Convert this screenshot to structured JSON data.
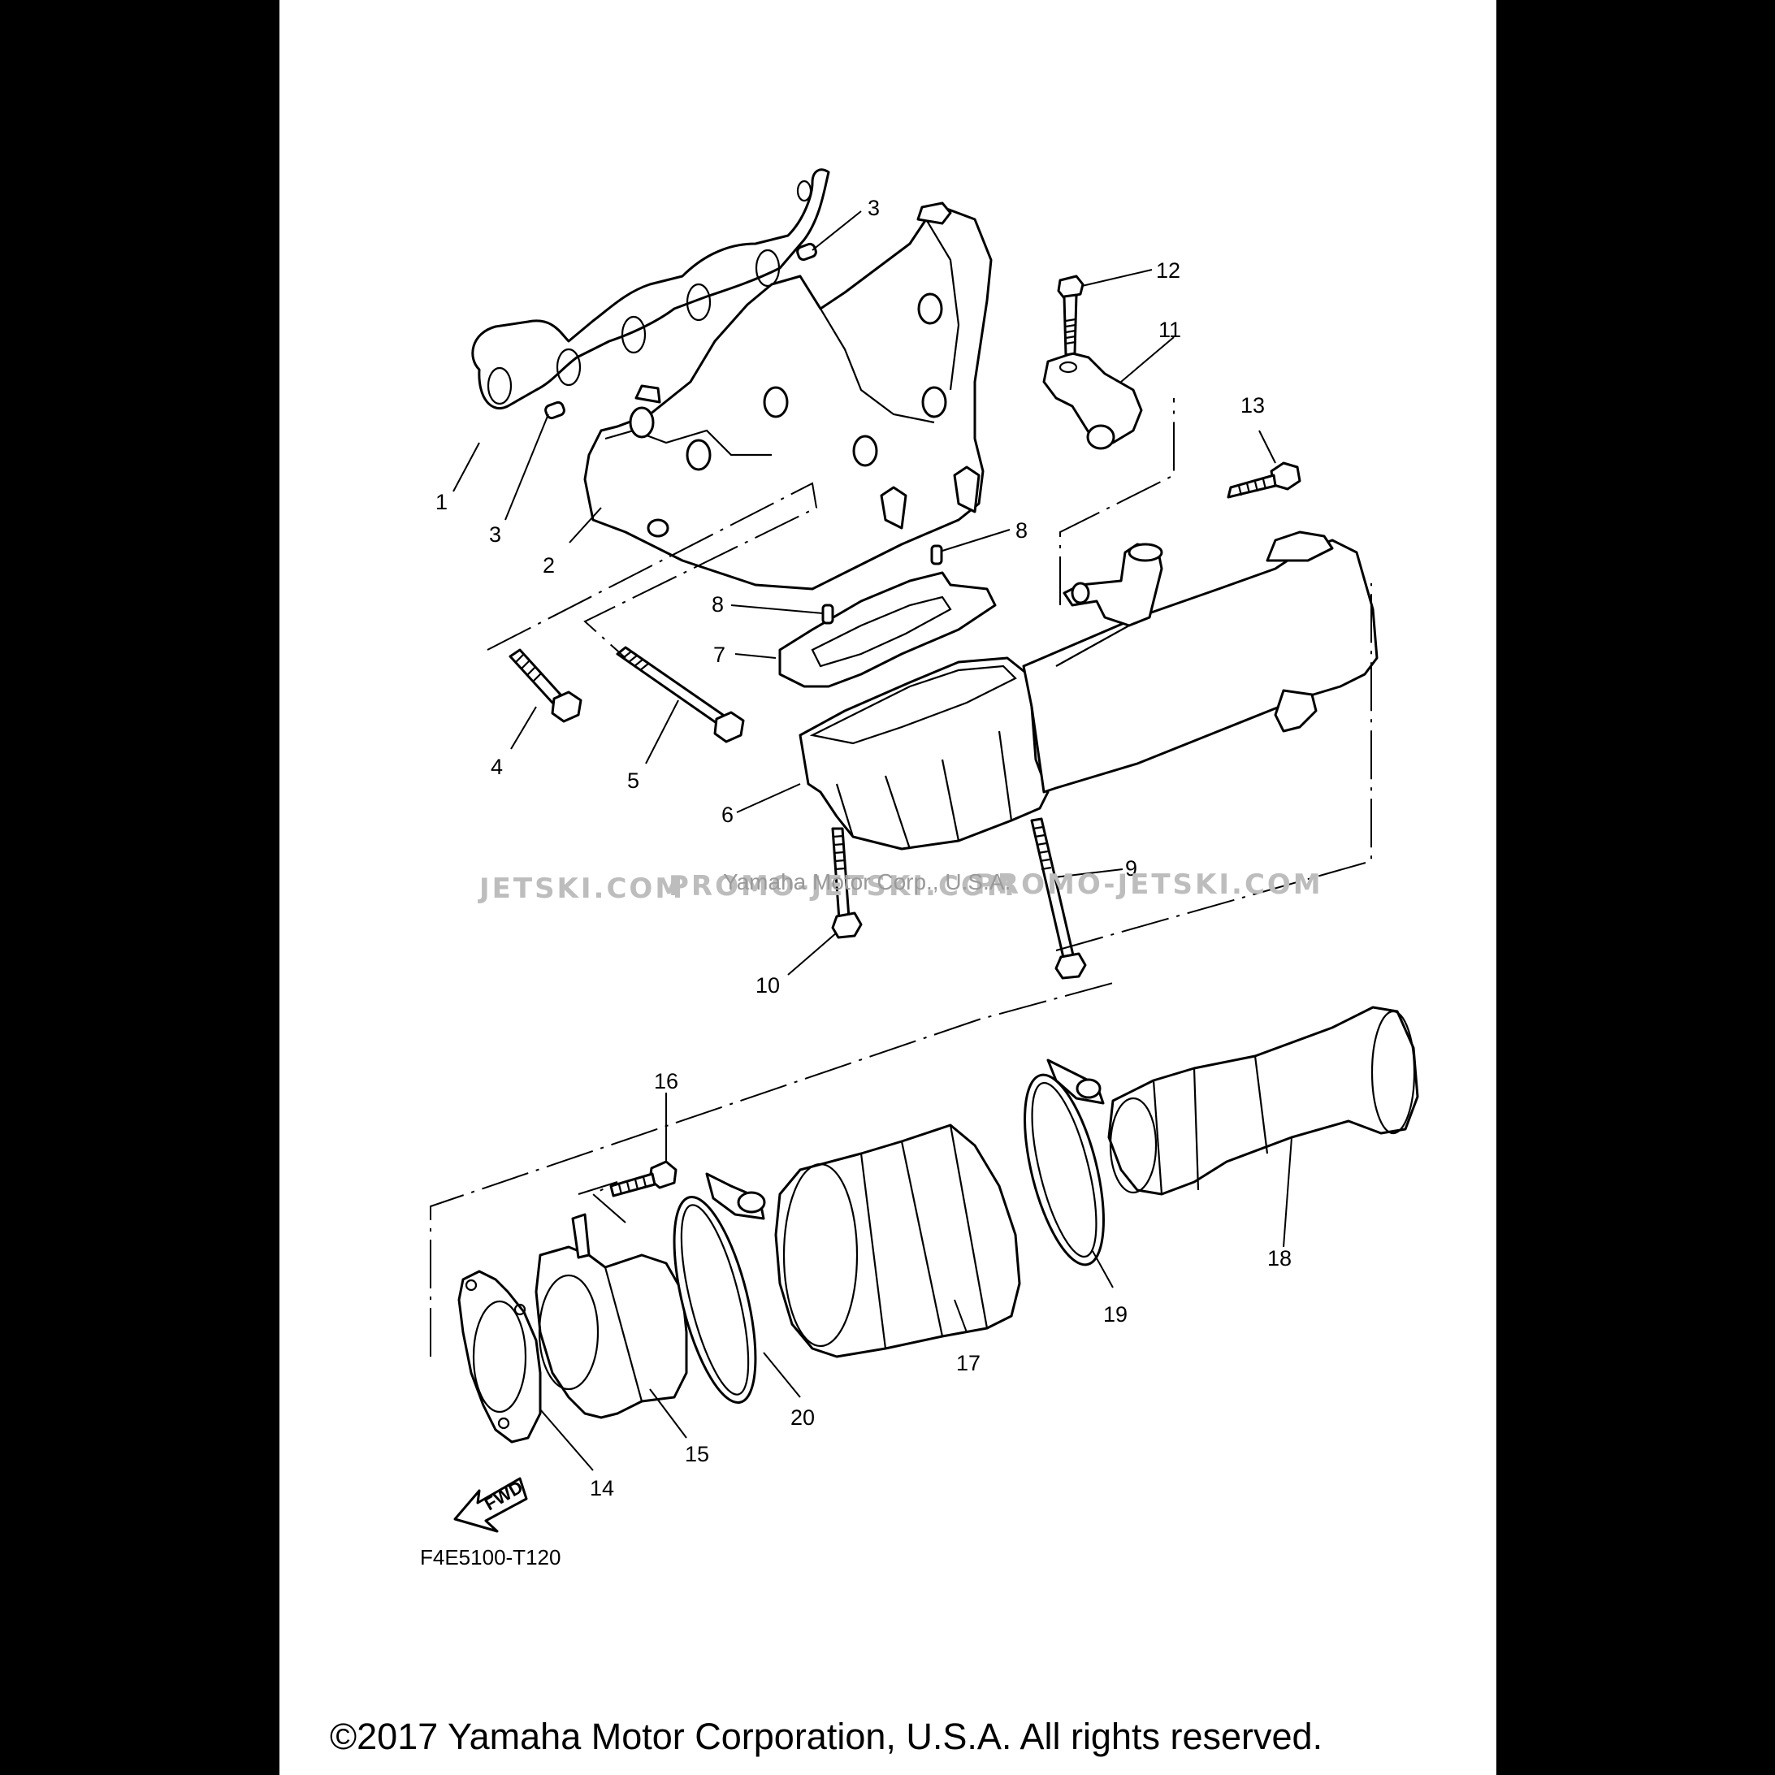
{
  "diagram": {
    "callouts": [
      {
        "id": "1",
        "label": "1"
      },
      {
        "id": "2",
        "label": "2"
      },
      {
        "id": "3a",
        "label": "3"
      },
      {
        "id": "3b",
        "label": "3"
      },
      {
        "id": "4",
        "label": "4"
      },
      {
        "id": "5",
        "label": "5"
      },
      {
        "id": "6",
        "label": "6"
      },
      {
        "id": "7",
        "label": "7"
      },
      {
        "id": "8a",
        "label": "8"
      },
      {
        "id": "8b",
        "label": "8"
      },
      {
        "id": "9",
        "label": "9"
      },
      {
        "id": "10",
        "label": "10"
      },
      {
        "id": "11",
        "label": "11"
      },
      {
        "id": "12",
        "label": "12"
      },
      {
        "id": "13",
        "label": "13"
      },
      {
        "id": "14",
        "label": "14"
      },
      {
        "id": "15",
        "label": "15"
      },
      {
        "id": "16",
        "label": "16"
      },
      {
        "id": "17",
        "label": "17"
      },
      {
        "id": "18",
        "label": "18"
      },
      {
        "id": "19",
        "label": "19"
      },
      {
        "id": "20",
        "label": "20"
      }
    ],
    "fwd_label": "FWD",
    "drawing_code": "F4E5100-T120",
    "watermark_left": "JETSKI.COM",
    "watermark_mid": "PROMO-JETSKI.COM",
    "watermark_right": "PROMO-JETSKI.COM",
    "watermark_corp": "Yamaha Motor Corp., U.S.A."
  },
  "footer": {
    "copyright": "©2017 Yamaha Motor Corporation, U.S.A. All rights reserved."
  }
}
